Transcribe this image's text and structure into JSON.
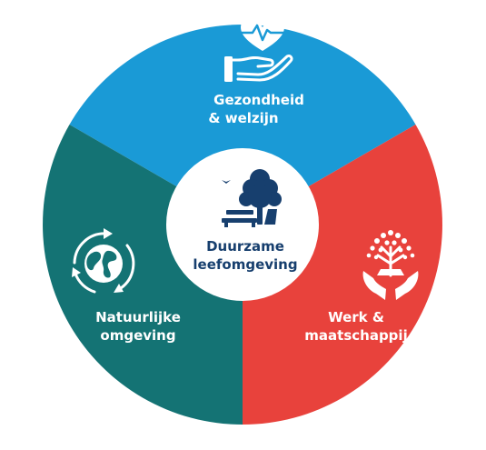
{
  "diagram": {
    "segments": [
      {
        "id": "health",
        "lines": [
          "Gezondheid",
          "& welzijn"
        ],
        "color": "#1a9ad6",
        "icon": "heart-hand-icon"
      },
      {
        "id": "work",
        "lines": [
          "Werk &",
          "maatschappij"
        ],
        "color": "#e8423c",
        "icon": "tree-hands-icon"
      },
      {
        "id": "nature",
        "lines": [
          "Natuurlijke",
          "omgeving"
        ],
        "color": "#147374",
        "icon": "globe-cycle-icon"
      }
    ],
    "center": {
      "lines": [
        "Duurzame",
        "leefomgeving"
      ],
      "color": "#173f6e",
      "icon": "park-tree-bench-icon"
    }
  }
}
